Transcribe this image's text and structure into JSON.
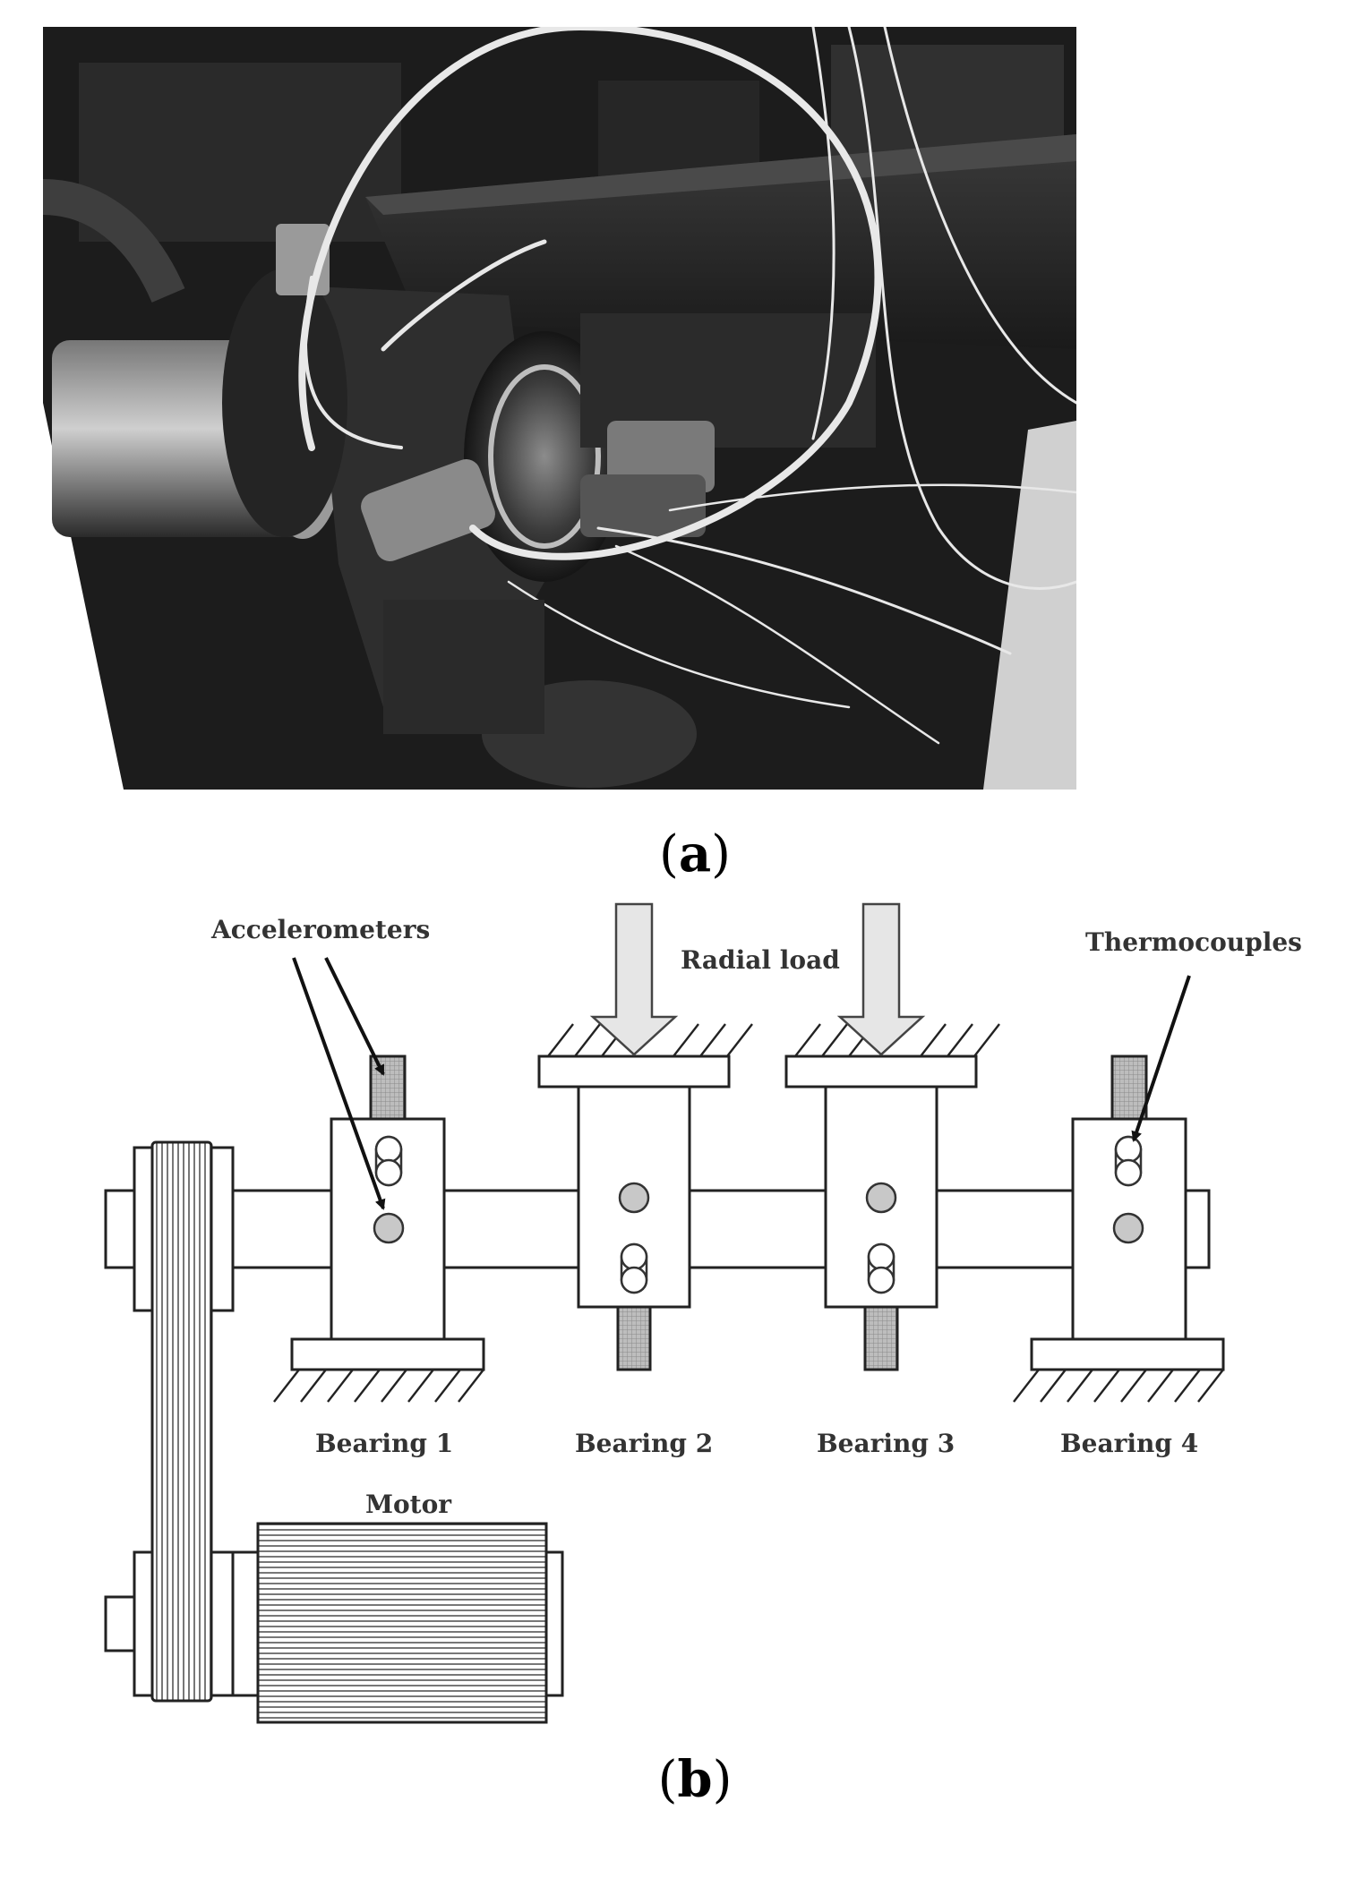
{
  "figure": {
    "panel_a": {
      "label_open": "(",
      "label_letter": "a",
      "label_close": ")"
    },
    "panel_b": {
      "label_open": "(",
      "label_letter": "b",
      "label_close": ")",
      "labels": {
        "accelerometers": "Accelerometers",
        "radial_load": "Radial load",
        "thermocouples": "Thermocouples",
        "bearing_1": "Bearing 1",
        "bearing_2": "Bearing 2",
        "bearing_3": "Bearing 3",
        "bearing_4": "Bearing 4",
        "motor": "Motor"
      }
    },
    "colors": {
      "line": "#222222",
      "sensor_fill": "#c8c8c8",
      "arrow_fill": "#e6e6e6",
      "photo_dark": "#1c1c1c"
    }
  }
}
